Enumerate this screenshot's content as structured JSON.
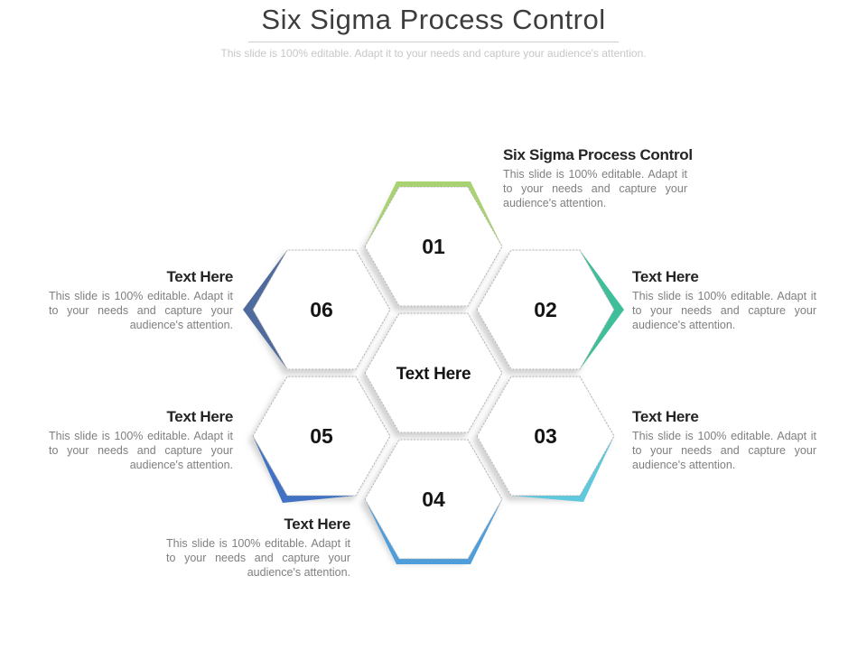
{
  "header": {
    "title": "Six Sigma Process Control",
    "subtitle": "This slide is 100% editable. Adapt it to your needs and capture your audience's attention."
  },
  "diagram": {
    "center_label": "Text Here",
    "hexagons": [
      {
        "label": "01",
        "accent_color": "#a9d373"
      },
      {
        "label": "02",
        "accent_color": "#3fbe9a"
      },
      {
        "label": "03",
        "accent_color": "#5ec8dc"
      },
      {
        "label": "04",
        "accent_color": "#4d9edb"
      },
      {
        "label": "05",
        "accent_color": "#4272c3"
      },
      {
        "label": "06",
        "accent_color": "#4f6a9c"
      }
    ]
  },
  "callouts": {
    "top_right": {
      "heading": "Six Sigma Process Control",
      "body": "This slide is 100% editable. Adapt it to your needs and capture your audience's attention."
    },
    "right_upper": {
      "heading": "Text Here",
      "body": "This slide is 100% editable. Adapt it to your needs and capture your audience's attention."
    },
    "right_lower": {
      "heading": "Text Here",
      "body": "This slide is 100% editable. Adapt it to your needs and capture your audience's attention."
    },
    "left_upper": {
      "heading": "Text Here",
      "body": "This slide is 100% editable. Adapt it to your needs and capture your audience's attention."
    },
    "left_lower": {
      "heading": "Text Here",
      "body": "This slide is 100% editable. Adapt it to your needs and capture your audience's attention."
    },
    "bottom": {
      "heading": "Text Here",
      "body": "This slide is 100% editable. Adapt it to your needs and capture your audience's attention."
    }
  }
}
